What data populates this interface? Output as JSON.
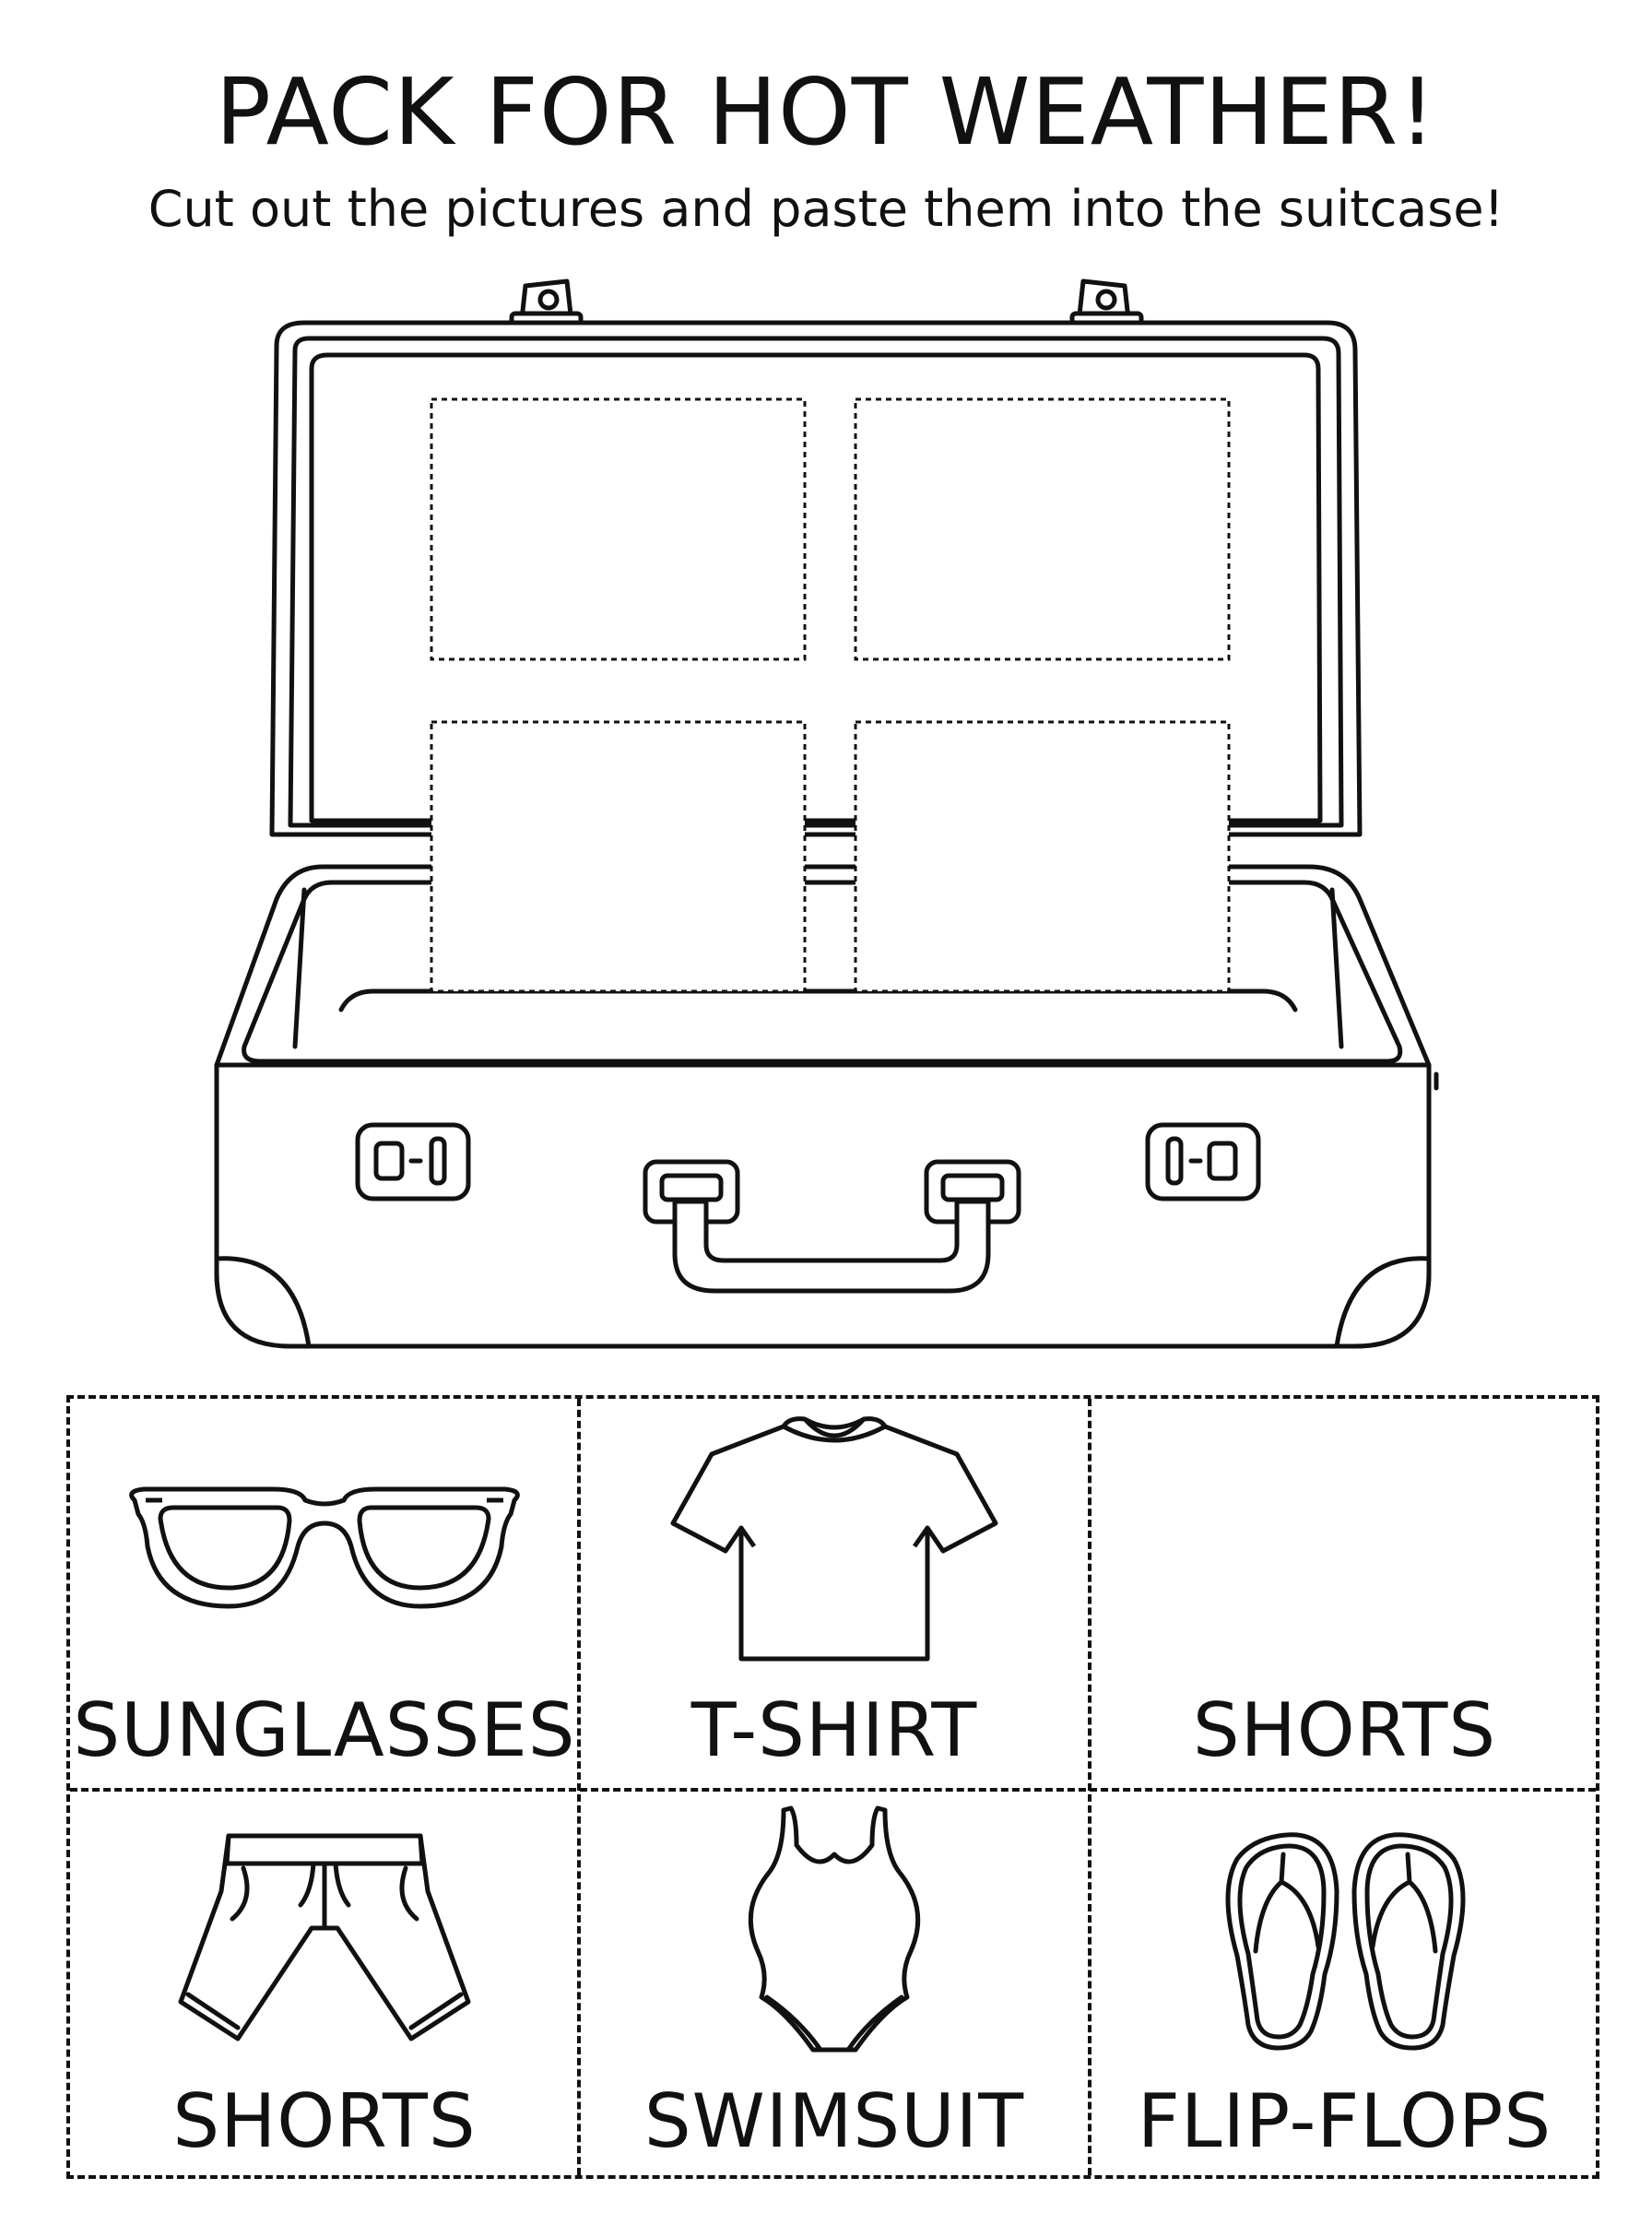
{
  "worksheet": {
    "title": "PACK FOR HOT WEATHER!",
    "subtitle": "Cut out the pictures and paste them into the suitcase!"
  },
  "suitcase": {
    "drop_zones": 4
  },
  "cards": [
    {
      "label": "SUNGLASSES",
      "icon": "sunglasses-icon"
    },
    {
      "label": "T-SHIRT",
      "icon": "t-shirt-icon"
    },
    {
      "label": "SHORTS",
      "icon": ""
    },
    {
      "label": "SHORTS",
      "icon": "shorts-icon"
    },
    {
      "label": "SWIMSUIT",
      "icon": "swimsuit-icon"
    },
    {
      "label": "FLIP-FLOPS",
      "icon": "flip-flops-icon"
    }
  ],
  "colors": {
    "ink": "#111111",
    "paper": "#ffffff"
  }
}
